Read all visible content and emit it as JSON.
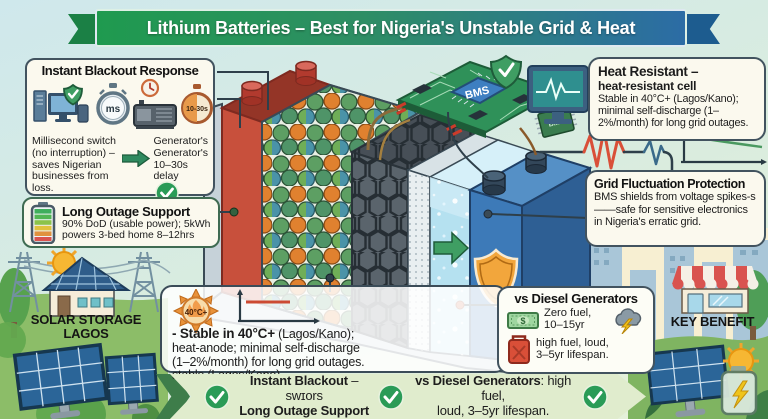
{
  "banner": {
    "title": "Lithium Batteries – Best for Nigeria's Unstable Grid & Heat"
  },
  "instant_blackout": {
    "title": "Instant Blackout Response",
    "ms_badge": "ms",
    "delay_badge": "10-30s",
    "left_text": "Millisecond switch (no interruption) – saves Nigerian businesses from loss.",
    "right_line1": "Generator's",
    "right_line2": "Generator's",
    "right_line3": "10–30s delay"
  },
  "long_outage": {
    "title": "Long Outage Support",
    "body": "90% DoD (usable power); 5kWh powers 3-bed home 8–12hrs"
  },
  "heat_resistant": {
    "title": "Heat Resistant –",
    "subtitle": "heat-resistant cell",
    "body": "Stable in 40°C+ (Lagos/Kano); minimal self-discharge (1–2%/month) for long grid outages."
  },
  "grid_fluctuation": {
    "title": "Grid Fluctuation Protection",
    "body": "BMS shields from voltage spikes-s——safe for sensitive electronics in Nigeria's erratic grid."
  },
  "stability": {
    "temp_badge": "40°C+",
    "line1_bold": "- Stable in 40°C+",
    "line1_rest": " (Lagos/Kano);",
    "line2": "heat-anode; minimal self-discharge",
    "line3": "(1–2%/month) for long grid outages.",
    "line4": "stable (Lagos/Kano)."
  },
  "vs_diesel": {
    "title": "vs Diesel Generators",
    "money_symbol": "$",
    "pro_line1": "Zero fuel,",
    "pro_line2": "10–15yr",
    "con_line1": "high fuel, loud,",
    "con_line2": "3–5yr lifespan."
  },
  "scene": {
    "solar_label_line1": "SOLAR STORAGE",
    "solar_label_line2": "LAGOS",
    "key_benefit": "KEY BENEFIT",
    "bms_chip_label": "BMS",
    "bms_small_chip_label": "BMS"
  },
  "bottom_banner": {
    "item1_bold": "Instant Blackout",
    "item1_rest": " – swɪors",
    "item1_line2": "Long Outage Support",
    "item2_bold": "vs Diesel Generators",
    "item2_rest": ": high fuel,",
    "item2_line2": "loud, 3–5yr lifespan."
  },
  "colors": {
    "ribbon_green": "#1f9a4f",
    "ribbon_blue": "#2c6ca5",
    "check_green": "#2a9b57",
    "box_border": "#42535f",
    "battery_red": "#c8503c",
    "battery_blue": "#3d7ab8",
    "shield_gold": "#f2a63c",
    "electrolyte_blue": "#b5e1f0",
    "grass_green": "#8cbd68",
    "banner_bg": "#e0eccd"
  }
}
